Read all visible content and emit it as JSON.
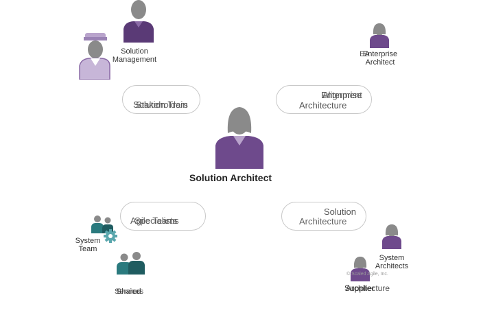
{
  "colors": {
    "purple_dark": "#5a3a76",
    "purple_mid": "#6e4a8c",
    "purple_light": "#b9a4cc",
    "gray_head": "#8a8a8a",
    "teal": "#2a7a7e",
    "teal_dark": "#1f5c60",
    "pill_border": "#c8c8c8"
  },
  "center": {
    "title": "Solution Architect",
    "icon": "person-female-icon"
  },
  "top_left": {
    "label_line1": "Solution",
    "label_line2": "Management",
    "pill_text_a": "Solution Train",
    "pill_text_b": "Stakeholders",
    "icon_main": "person-female-icon",
    "icon_secondary": "conductor-person-icon"
  },
  "top_right": {
    "label_line1": "Enterprise",
    "label_line1_overlap": "EA",
    "label_line2": "Architect",
    "pill_text_line1": "Enterprise",
    "pill_text_line1_overlap": "Alignment",
    "pill_text_line2": "Architecture",
    "icon": "person-female-icon"
  },
  "bottom_left": {
    "label_line1": "System",
    "label_line2": "Team",
    "label_bottom_a": "Shared",
    "label_bottom_b": "Services",
    "pill_text_a": "Agile Teams",
    "pill_text_b": "Specialists",
    "icon_team": "team-gear-icon",
    "icon_shared": "people-group-icon"
  },
  "bottom_right": {
    "label_line1": "System",
    "label_line2": "Architects",
    "label_bottom_a": "Supplier",
    "label_bottom_b": "Architecture",
    "pill_text_a": "Solution",
    "pill_text_b": "Architecture",
    "copyright": "© Scaled Agile, Inc.",
    "icon_arch": "person-female-icon",
    "icon_supplier": "person-female-icon"
  }
}
